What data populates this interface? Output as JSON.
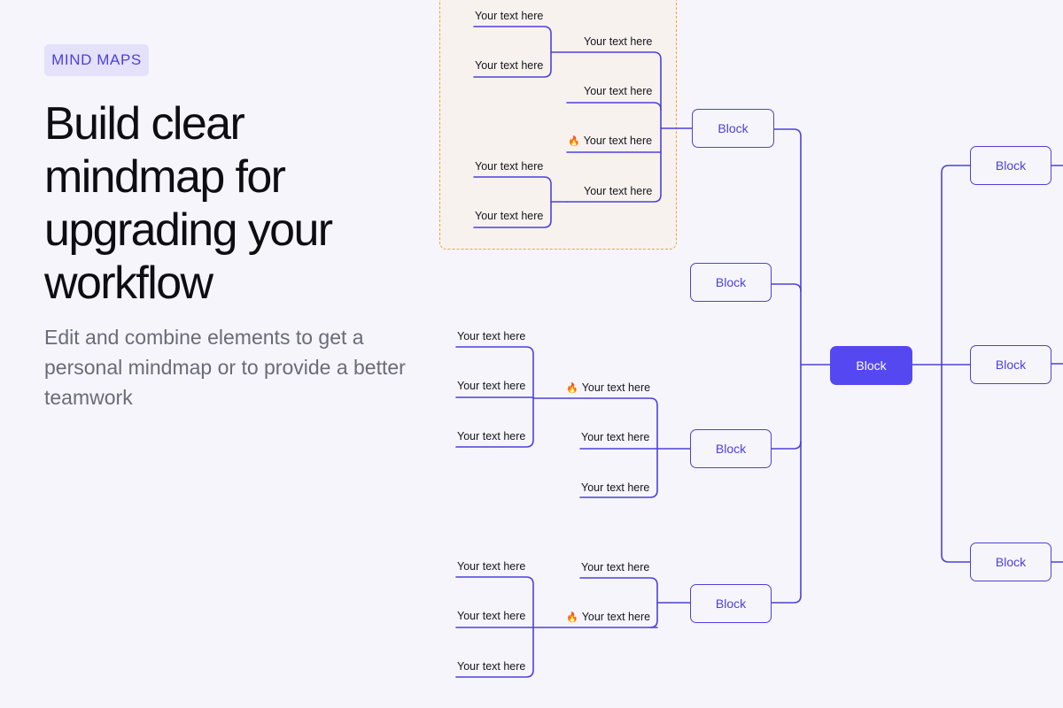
{
  "badge": "MIND MAPS",
  "headline": "Build clear mindmap for upgrading your workflow",
  "subtitle": "Edit and combine elements to get a personal mindmap or to provide a better teamwork",
  "leaf_text": "Your text here",
  "block_label": "Block",
  "colors": {
    "accent": "#4C41DB",
    "primary_block": "#5548F1",
    "selection_border": "#F2A23A",
    "flame": "#F07818"
  }
}
